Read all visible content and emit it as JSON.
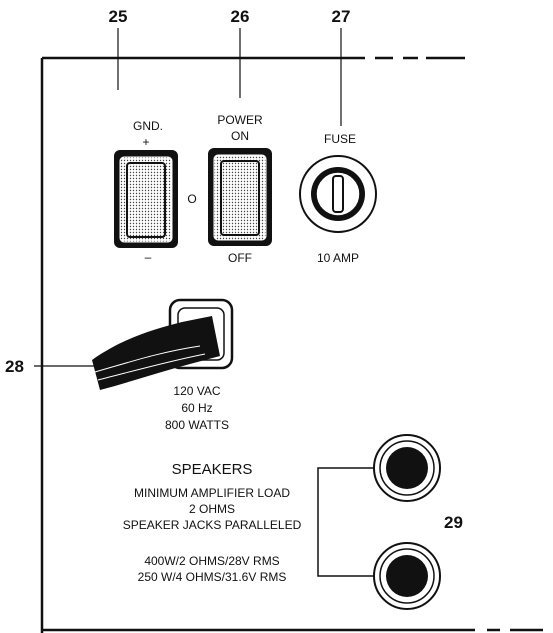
{
  "callouts": {
    "c25": "25",
    "c26": "26",
    "c27": "27",
    "c28": "28",
    "c29": "29"
  },
  "ground_switch": {
    "label": "GND.",
    "plus": "+",
    "minus": "–",
    "center": "O"
  },
  "power_switch": {
    "label_line1": "POWER",
    "label_line2": "ON",
    "off": "OFF"
  },
  "fuse": {
    "label": "FUSE",
    "rating": "10 AMP"
  },
  "power_cord": {
    "line1": "120 VAC",
    "line2": "60 Hz",
    "line3": "800 WATTS"
  },
  "speakers": {
    "heading": "SPEAKERS",
    "line1": "MINIMUM AMPLIFIER LOAD",
    "line2": "2 OHMS",
    "line3": "SPEAKER JACKS PARALLELED",
    "rating1": "400W/2 OHMS/28V RMS",
    "rating2": "250 W/4 OHMS/31.6V RMS"
  }
}
